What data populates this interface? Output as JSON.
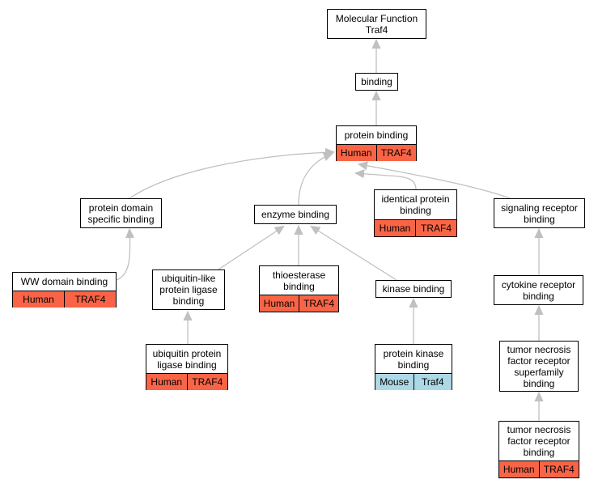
{
  "nodes": {
    "molecular_function": {
      "label": "Molecular Function\nTraf4"
    },
    "binding": {
      "label": "binding"
    },
    "protein_binding": {
      "label": "protein binding",
      "species": "Human",
      "gene": "TRAF4"
    },
    "protein_domain_specific_binding": {
      "label": "protein domain\nspecific binding"
    },
    "enzyme_binding": {
      "label": "enzyme binding"
    },
    "identical_protein_binding": {
      "label": "identical protein\nbinding",
      "species": "Human",
      "gene": "TRAF4"
    },
    "signaling_receptor_binding": {
      "label": "signaling receptor\nbinding"
    },
    "ww_domain_binding": {
      "label": "WW domain binding",
      "species": "Human",
      "gene": "TRAF4"
    },
    "ubiquitin_like_protein_ligase_binding": {
      "label": "ubiquitin-like\nprotein ligase\nbinding"
    },
    "thioesterase_binding": {
      "label": "thioesterase\nbinding",
      "species": "Human",
      "gene": "TRAF4"
    },
    "kinase_binding": {
      "label": "kinase binding"
    },
    "cytokine_receptor_binding": {
      "label": "cytokine receptor\nbinding"
    },
    "ubiquitin_protein_ligase_binding": {
      "label": "ubiquitin protein\nligase binding",
      "species": "Human",
      "gene": "TRAF4"
    },
    "protein_kinase_binding": {
      "label": "protein kinase\nbinding",
      "species": "Mouse",
      "gene": "Traf4"
    },
    "tnfr_superfamily_binding": {
      "label": "tumor necrosis\nfactor receptor\nsuperfamily\nbinding"
    },
    "tnfr_binding": {
      "label": "tumor necrosis\nfactor receptor\nbinding",
      "species": "Human",
      "gene": "TRAF4"
    }
  },
  "colors": {
    "human_annotation": "#fa6446",
    "mouse_annotation": "#add8e6",
    "edge": "#c0c0c0"
  }
}
